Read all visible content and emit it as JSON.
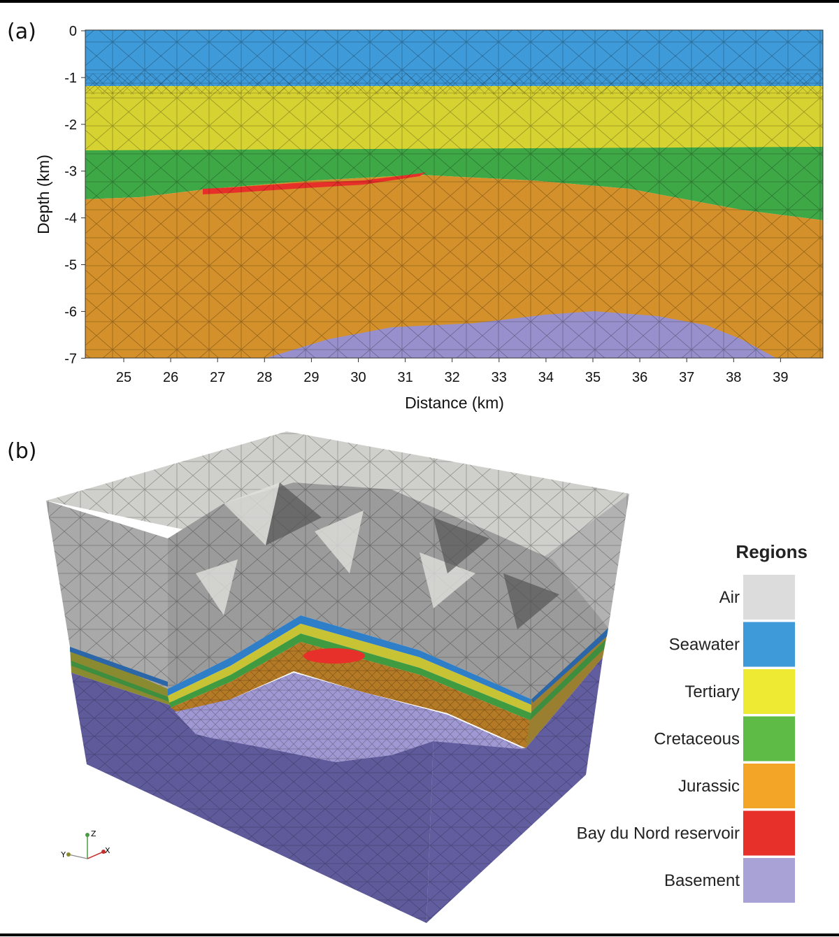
{
  "panel_a": {
    "label": "(a)",
    "xlabel": "Distance (km)",
    "ylabel": "Depth (km)",
    "xticks": [
      "25",
      "26",
      "27",
      "28",
      "29",
      "30",
      "31",
      "32",
      "33",
      "34",
      "35",
      "36",
      "37",
      "38",
      "39"
    ],
    "yticks": [
      "0",
      "-1",
      "-2",
      "-3",
      "-4",
      "-5",
      "-6",
      "-7"
    ]
  },
  "panel_b": {
    "label": "(b)",
    "axes_triad": {
      "z": "Z",
      "y": "Y",
      "x": "X"
    }
  },
  "legend": {
    "title": "Regions",
    "items": [
      {
        "label": "Air",
        "color": "#dcdcdc"
      },
      {
        "label": "Seawater",
        "color": "#3e9ad8"
      },
      {
        "label": "Tertiary",
        "color": "#eeea33"
      },
      {
        "label": "Cretaceous",
        "color": "#5ebb46"
      },
      {
        "label": "Jurassic",
        "color": "#f2a526"
      },
      {
        "label": "Bay du Nord reservoir",
        "color": "#e8302a"
      },
      {
        "label": "Basement",
        "color": "#a9a2d6"
      }
    ]
  }
}
